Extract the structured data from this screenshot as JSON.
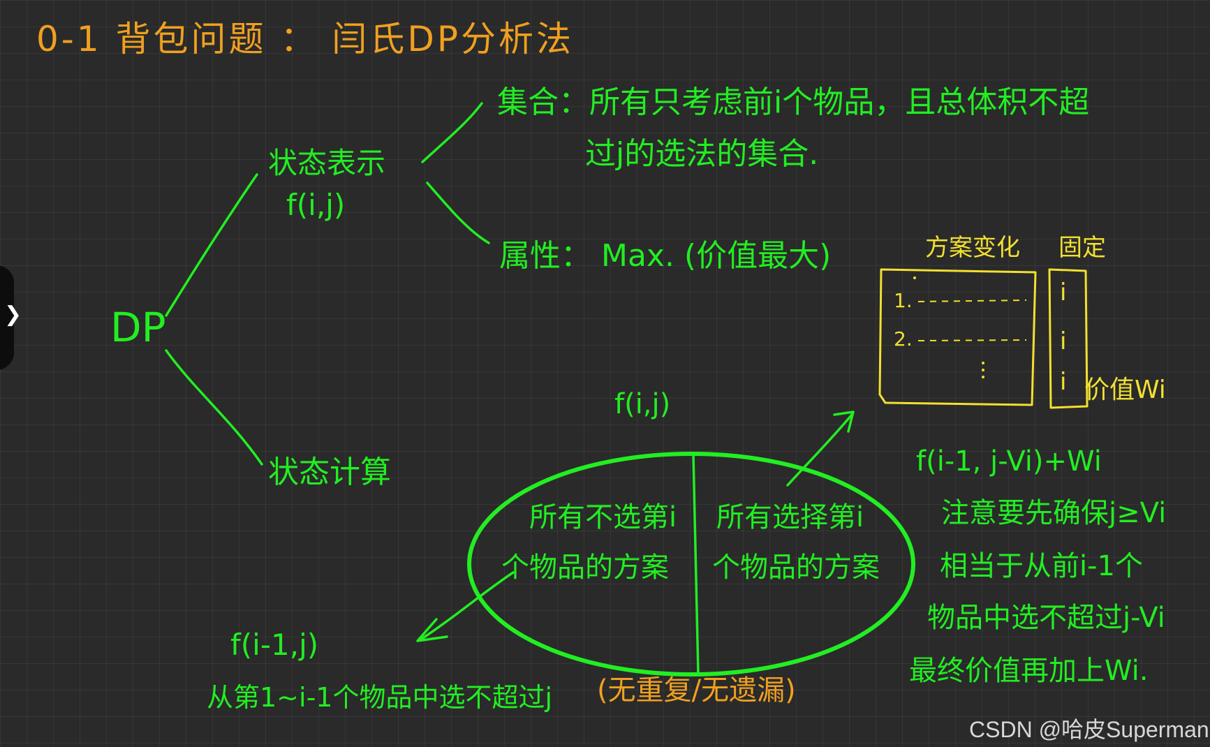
{
  "title": "0-1 背包问题 ： 闫氏DP分析法",
  "root": "DP",
  "state_repr": {
    "label": "状态表示",
    "func": "f(i,j)"
  },
  "set": {
    "line1": "集合：所有只考虑前i个物品，且总体积不超",
    "line2": "过j的选法的集合."
  },
  "attr": "属性：  Max. (价值最大)",
  "state_calc": "状态计算",
  "partition": {
    "top_label": "f(i,j)",
    "left_line1": "所有不选第i",
    "left_line2": "个物品的方案",
    "right_line1": "所有选择第i",
    "right_line2": "个物品的方案",
    "bottom_note": "(无重复/无遗漏)"
  },
  "left_formula": "f(i-1,j)",
  "left_desc": "从第1~i-1个物品中选不超过j",
  "table": {
    "header_left": "方案变化",
    "header_right": "固定",
    "row1": "1.",
    "row2": "2.",
    "cells": [
      "i",
      "i",
      "i"
    ],
    "value_label": "价值Wi"
  },
  "right_formula": "f(i-1, j-Vi)+Wi",
  "right_notes": [
    "注意要先确保j≥Vi",
    "相当于从前i-1个",
    "物品中选不超过j-Vi",
    "最终价值再加上Wi."
  ],
  "watermark": "CSDN @哈皮Superman",
  "colors": {
    "orange": "#f0a020",
    "green": "#22ee22",
    "yellow": "#f2e030",
    "background": "#2a2a2a"
  },
  "side_icon": "chevron-right-icon"
}
